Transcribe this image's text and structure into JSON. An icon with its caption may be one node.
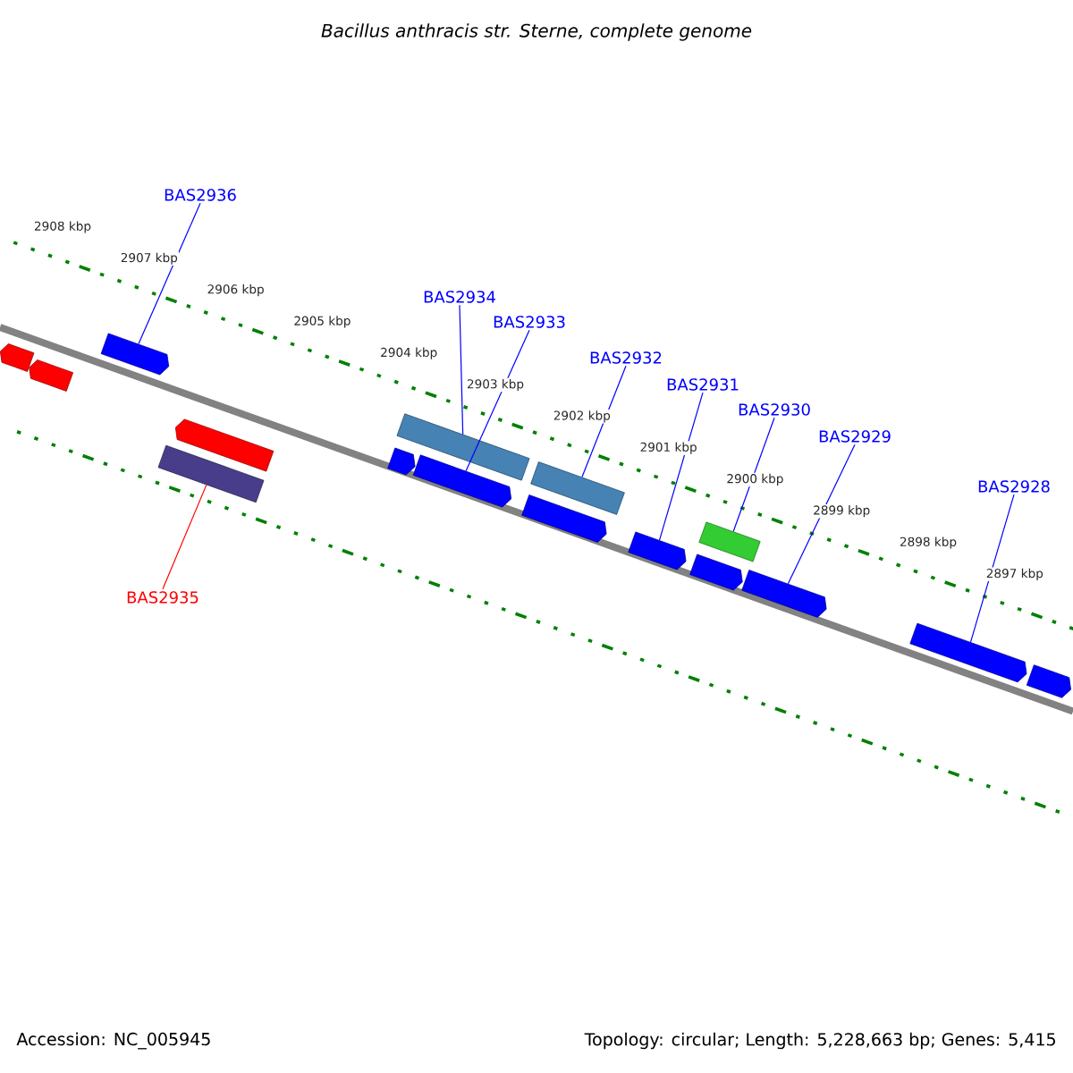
{
  "diagram": {
    "title": "Bacillus anthracis str. Sterne, complete genome",
    "nodes": [
      {
        "text": [],
        "shape": "tag"
      },
      {
        "text": [],
        "shape": "tag"
      },
      {
        "text": [],
        "shape": "tag"
      },
      {
        "text": [],
        "shape": "tag"
      },
      {
        "text": [],
        "shape": "bar"
      },
      {
        "text": [],
        "shape": "tag"
      },
      {
        "text": [],
        "shape": "bar"
      },
      {
        "text": [],
        "shape": "tag"
      },
      {
        "text": [],
        "shape": "bar"
      },
      {
        "text": [],
        "shape": "tag"
      },
      {
        "text": [],
        "shape": "tag"
      },
      {
        "text": [],
        "shape": "bar"
      },
      {
        "text": [],
        "shape": "tag"
      },
      {
        "text": [],
        "shape": "tag"
      },
      {
        "text": [],
        "shape": "tag"
      },
      {
        "text": [],
        "shape": "tag"
      },
      {
        "text": [
          "BAS2936"
        ]
      },
      {
        "text": [
          "BAS2934"
        ]
      },
      {
        "text": [
          "BAS2933"
        ]
      },
      {
        "text": [
          "BAS2932"
        ]
      },
      {
        "text": [
          "BAS2931"
        ]
      },
      {
        "text": [
          "BAS2930"
        ]
      },
      {
        "text": [
          "BAS2929"
        ]
      },
      {
        "text": [
          "BAS2928"
        ]
      },
      {
        "text": [
          "BAS2935"
        ]
      }
    ],
    "edges": [
      {
        "from": 16,
        "to": 2,
        "arrow": "none"
      },
      {
        "from": 17,
        "to": 6,
        "arrow": "none"
      },
      {
        "from": 18,
        "to": 7,
        "arrow": "none"
      },
      {
        "from": 19,
        "to": 8,
        "arrow": "none"
      },
      {
        "from": 20,
        "to": 10,
        "arrow": "none"
      },
      {
        "from": 21,
        "to": 11,
        "arrow": "none"
      },
      {
        "from": 22,
        "to": 13,
        "arrow": "none"
      },
      {
        "from": 23,
        "to": 14,
        "arrow": "none"
      },
      {
        "from": 24,
        "to": 4,
        "arrow": "none",
        "color": "#ff0000"
      }
    ],
    "labels": [
      "2908 kbp",
      "2907 kbp",
      "2906 kbp",
      "2905 kbp",
      "2904 kbp",
      "2903 kbp",
      "2902 kbp",
      "2901 kbp",
      "2900 kbp",
      "2899 kbp",
      "2898 kbp",
      "2897 kbp",
      "Accession: NC_005945",
      "Topology: circular; Length: 5,228,663 bp; Genes: 5,415"
    ]
  }
}
